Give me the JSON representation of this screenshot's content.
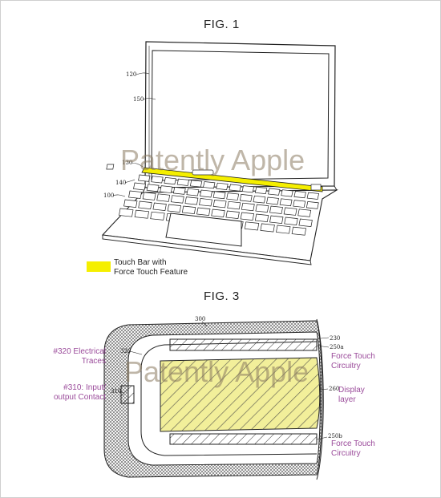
{
  "fig1": {
    "title": "FIG. 1",
    "refs": {
      "r120": "120",
      "r150": "150",
      "r130": "130",
      "r140": "140",
      "r100": "100"
    },
    "legend": {
      "line1": "Touch Bar with",
      "line2": "Force Touch Feature",
      "swatch_color": "#f5ef00"
    }
  },
  "fig3": {
    "title": "FIG. 3",
    "refs": {
      "r300": "300",
      "r320": "320",
      "r310": "310",
      "r230": "230",
      "r250a": "250a",
      "r260": "260",
      "r250b": "250b"
    },
    "labels": {
      "electrical_1": "#320 Electrical",
      "electrical_2": "Traces",
      "input_1": "#310: Input/",
      "input_2": "output Contact",
      "ftc_top_1": "Force Touch",
      "ftc_top_2": "Circuitry",
      "display_1": "Display",
      "display_2": "layer",
      "ftc_bot_1": "Force Touch",
      "ftc_bot_2": "Circuitry"
    },
    "display_color": "#f2ef9a"
  },
  "watermark": "Patently Apple",
  "colors": {
    "annotation": "#9a4a9a",
    "touch_bar": "#f5ef00"
  }
}
